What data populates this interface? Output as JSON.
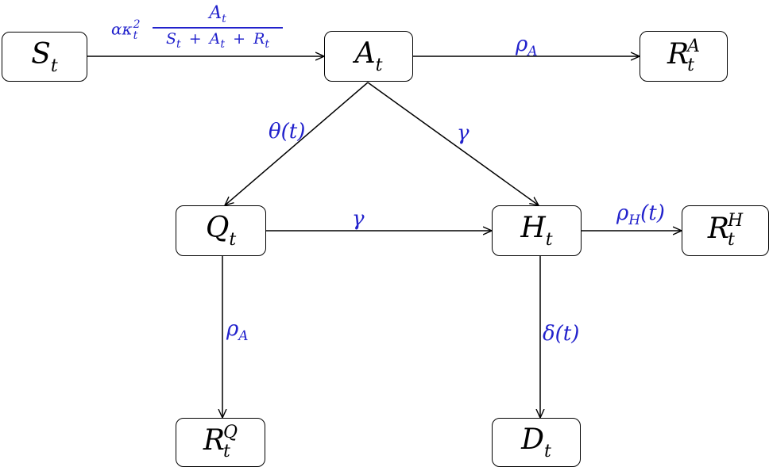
{
  "nodes": {
    "S": {
      "base": "S",
      "sub": "t"
    },
    "A": {
      "base": "A",
      "sub": "t"
    },
    "RA": {
      "base": "R",
      "sub": "t",
      "sup": "A"
    },
    "Q": {
      "base": "Q",
      "sub": "t"
    },
    "H": {
      "base": "H",
      "sub": "t"
    },
    "RH": {
      "base": "R",
      "sub": "t",
      "sup": "H"
    },
    "RQ": {
      "base": "R",
      "sub": "t",
      "sup": "Q"
    },
    "D": {
      "base": "D",
      "sub": "t"
    }
  },
  "edges": [
    {
      "from": "S",
      "to": "A"
    },
    {
      "from": "A",
      "to": "RA"
    },
    {
      "from": "A",
      "to": "Q"
    },
    {
      "from": "A",
      "to": "H"
    },
    {
      "from": "Q",
      "to": "H"
    },
    {
      "from": "H",
      "to": "RH"
    },
    {
      "from": "Q",
      "to": "RQ"
    },
    {
      "from": "H",
      "to": "D"
    }
  ],
  "labels": {
    "infection": {
      "coef": {
        "base": "ακ",
        "sup": "2",
        "sub": "t"
      },
      "num": {
        "base": "A",
        "sub": "t"
      },
      "den": [
        {
          "base": "S",
          "sub": "t"
        },
        {
          "op": "+"
        },
        {
          "base": "A",
          "sub": "t"
        },
        {
          "op": "+"
        },
        {
          "base": "R",
          "sub": "t"
        }
      ]
    },
    "a_to_ra": {
      "base": "ρ",
      "sub": "A"
    },
    "a_to_q": {
      "text": "θ(t)"
    },
    "a_to_h": {
      "text": "γ"
    },
    "q_to_h": {
      "text": "γ"
    },
    "h_to_rh": {
      "base": "ρ",
      "sub": "H",
      "tail": "(t)"
    },
    "q_to_rq": {
      "base": "ρ",
      "sub": "A"
    },
    "h_to_d": {
      "text": "δ(t)"
    }
  },
  "colors": {
    "label": "#2222cc",
    "edge": "#000000",
    "node_border": "#000000"
  }
}
